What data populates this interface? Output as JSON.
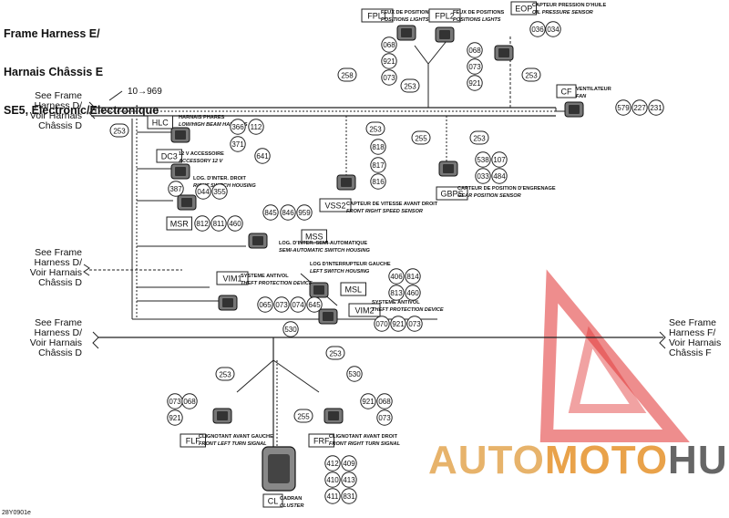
{
  "title_lines": [
    "Frame Harness E/",
    "Harnais Châssis E",
    "SE5, Electronic/Electronique"
  ],
  "figure_id": "28Y0901e",
  "watermark": {
    "part1": "AUTO",
    "part2": "MOTO",
    "part3": "HUB",
    "color1": "#e7b36b",
    "color2": "#e9a24a",
    "color3": "#666666",
    "triangle_color": "#e03030"
  },
  "harness_refs": [
    {
      "id": "ref-d-top",
      "lines": [
        "See Frame",
        "Harness D/",
        "Voir Harnais",
        "Châssis D"
      ]
    },
    {
      "id": "ref-d-mid",
      "lines": [
        "See Frame",
        "Harness D/",
        "Voir Harnais",
        "Châssis D"
      ]
    },
    {
      "id": "ref-d-bottom",
      "lines": [
        "See Frame",
        "Harness D/",
        "Voir Harnais",
        "Châssis D"
      ]
    },
    {
      "id": "ref-f",
      "lines": [
        "See Frame",
        "Harness F/",
        "Voir Harnais",
        "Châssis F"
      ]
    }
  ],
  "range_note": "10→969",
  "components": [
    {
      "code": "FPL1",
      "lines": [
        "FEUX DE POSITIONS",
        "POSITIONS LIGHTS"
      ]
    },
    {
      "code": "FPL2",
      "lines": [
        "FEUX DE POSITIONS",
        "POSITIONS LIGHTS"
      ]
    },
    {
      "code": "EOP",
      "lines": [
        "CAPTEUR PRESSION D'HUILE",
        "OIL PRESSURE SENSOR"
      ]
    },
    {
      "code": "CF",
      "lines": [
        "VENTILATEUR",
        "FAN"
      ]
    },
    {
      "code": "HLC",
      "lines": [
        "HARNAIS PHARES",
        "LOW/HIGH BEAM HARNESS"
      ]
    },
    {
      "code": "DC3",
      "lines": [
        "12 V ACCESSOIRE",
        "ACCESSORY 12 V"
      ]
    },
    {
      "code": "MSR",
      "lines": [
        "LOG. D'INTER. DROIT",
        "RIGHT SWITCH HOUSING"
      ]
    },
    {
      "code": "VSS2",
      "lines": [
        "CAPTEUR DE VITESSE AVANT DROIT",
        "FRONT RIGHT SPEED SENSOR"
      ]
    },
    {
      "code": "GBPS",
      "lines": [
        "CAPTEUR DE POSITION D'ENGRENAGE",
        "GEAR POSITION SENSOR"
      ]
    },
    {
      "code": "MSS",
      "lines": [
        "LOG. D'INTER. SEMI-AUTOMATIQUE",
        "SEMI-AUTOMATIC SWITCH HOUSING"
      ]
    },
    {
      "code": "VIM1",
      "lines": [
        "SYSTEME ANTIVOL",
        "THEFT PROTECTION DEVICE"
      ]
    },
    {
      "code": "MSL",
      "lines": [
        "LOG D'INTERRUPTEUR GAUCHE",
        "LEFT SWITCH HOUSING"
      ]
    },
    {
      "code": "VIM2",
      "lines": [
        "SYSTEME ANTIVOL",
        "THEFT PROTECTION DEVICE"
      ]
    },
    {
      "code": "FLF",
      "lines": [
        "CLIGNOTANT AVANT GAUCHE",
        "FRONT LEFT TURN SIGNAL"
      ]
    },
    {
      "code": "FRF",
      "lines": [
        "CLIGNOTANT AVANT DROIT",
        "FRONT RIGHT TURN SIGNAL"
      ]
    },
    {
      "code": "CL",
      "lines": [
        "CADRAN",
        "CLUSTER"
      ]
    }
  ],
  "circles": [
    "068",
    "921",
    "073",
    "068",
    "073",
    "921",
    "036",
    "034",
    "579",
    "227",
    "231",
    "366",
    "112",
    "371",
    "641",
    "387",
    "044",
    "355",
    "812",
    "811",
    "460",
    "818",
    "817",
    "816",
    "538",
    "107",
    "033",
    "484",
    "845",
    "846",
    "959",
    "406",
    "814",
    "813",
    "460",
    "065",
    "073",
    "074",
    "645",
    "070",
    "921",
    "073",
    "530",
    "530",
    "073",
    "068",
    "921",
    "921",
    "068",
    "073",
    "412",
    "409",
    "410",
    "413",
    "411",
    "831"
  ],
  "wire_labels": [
    "258",
    "253",
    "253",
    "253",
    "253",
    "255",
    "253",
    "253",
    "253",
    "255"
  ]
}
